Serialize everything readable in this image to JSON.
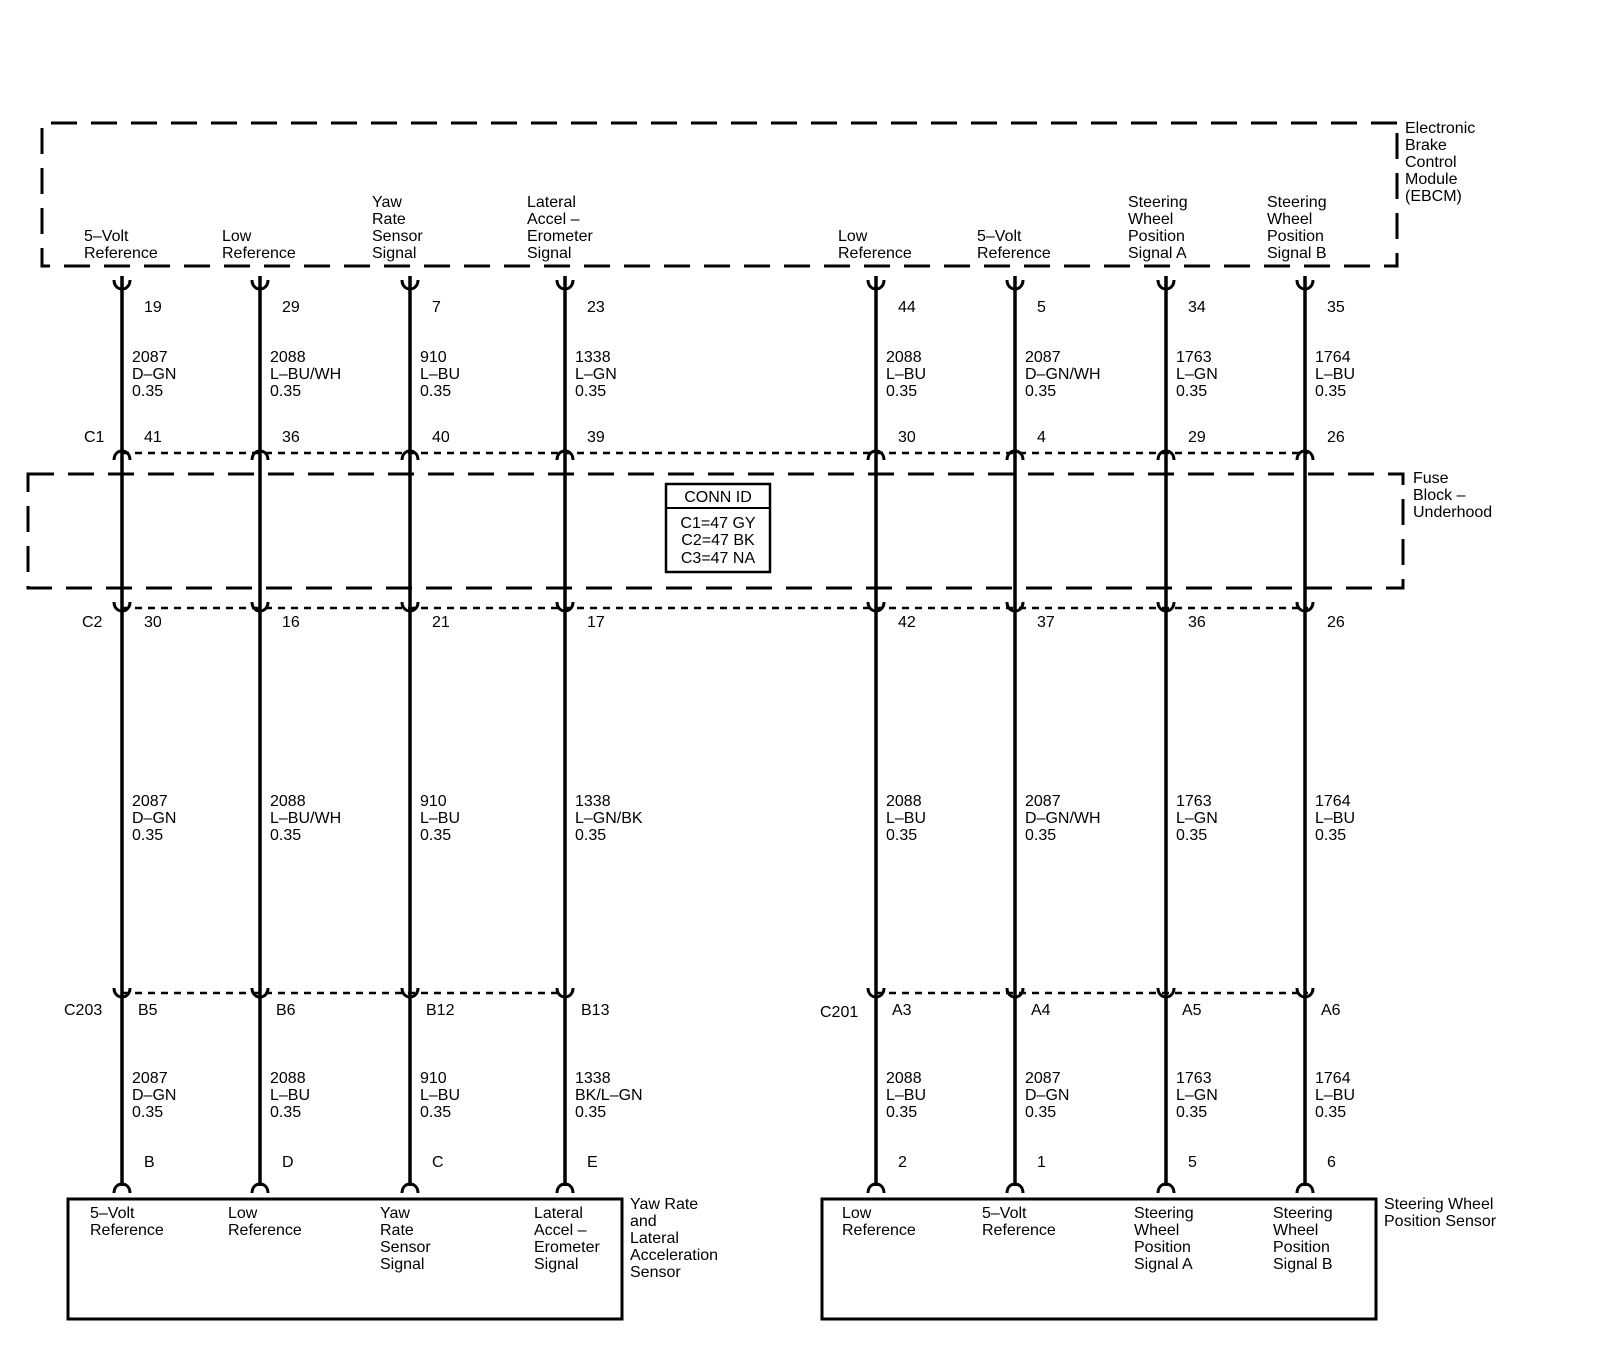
{
  "modules": {
    "ebcm": {
      "name": [
        "Electronic",
        "Brake",
        "Control",
        "Module",
        "(EBCM)"
      ]
    },
    "fuse_block": {
      "name": [
        "Fuse",
        "Block –",
        "Underhood"
      ]
    },
    "yaw_sensor": {
      "name": [
        "Yaw Rate",
        "and",
        "Lateral",
        "Acceleration",
        "Sensor"
      ]
    },
    "sw_sensor": {
      "name": [
        "Steering Wheel",
        "Position Sensor"
      ]
    }
  },
  "conn_id": {
    "title": "CONN ID",
    "lines": [
      "C1=47 GY",
      "C2=47 BK",
      "C3=47 NA"
    ]
  },
  "connectors": {
    "c1": "C1",
    "c2": "C2",
    "c203": "C203",
    "c201": "C201"
  },
  "circuits": [
    {
      "ebcm_label": [
        "5–Volt",
        "Reference"
      ],
      "ebcm_pin": "19",
      "w1": [
        "2087",
        "D–GN",
        "0.35"
      ],
      "c1_pin": "41",
      "c2_pin": "30",
      "w2": [
        "2087",
        "D–GN",
        "0.35"
      ],
      "lower_pin": "B5",
      "w3": [
        "2087",
        "D–GN",
        "0.35"
      ],
      "dev_pin": "B",
      "dev_label": [
        "5–Volt",
        "Reference"
      ]
    },
    {
      "ebcm_label": [
        "Low",
        "Reference"
      ],
      "ebcm_pin": "29",
      "w1": [
        "2088",
        "L–BU/WH",
        "0.35"
      ],
      "c1_pin": "36",
      "c2_pin": "16",
      "w2": [
        "2088",
        "L–BU/WH",
        "0.35"
      ],
      "lower_pin": "B6",
      "w3": [
        "2088",
        "L–BU",
        "0.35"
      ],
      "dev_pin": "D",
      "dev_label": [
        "Low",
        "Reference"
      ]
    },
    {
      "ebcm_label": [
        "Yaw",
        "Rate",
        "Sensor",
        "Signal"
      ],
      "ebcm_pin": "7",
      "w1": [
        "910",
        "L–BU",
        "0.35"
      ],
      "c1_pin": "40",
      "c2_pin": "21",
      "w2": [
        "910",
        "L–BU",
        "0.35"
      ],
      "lower_pin": "B12",
      "w3": [
        "910",
        "L–BU",
        "0.35"
      ],
      "dev_pin": "C",
      "dev_label": [
        "Yaw",
        "Rate",
        "Sensor",
        "Signal"
      ]
    },
    {
      "ebcm_label": [
        "Lateral",
        "Accel –",
        "Erometer",
        "Signal"
      ],
      "ebcm_pin": "23",
      "w1": [
        "1338",
        "L–GN",
        "0.35"
      ],
      "c1_pin": "39",
      "c2_pin": "17",
      "w2": [
        "1338",
        "L–GN/BK",
        "0.35"
      ],
      "lower_pin": "B13",
      "w3": [
        "1338",
        "BK/L–GN",
        "0.35"
      ],
      "dev_pin": "E",
      "dev_label": [
        "Lateral",
        "Accel –",
        "Erometer",
        "Signal"
      ]
    },
    {
      "ebcm_label": [
        "Low",
        "Reference"
      ],
      "ebcm_pin": "44",
      "w1": [
        "2088",
        "L–BU",
        "0.35"
      ],
      "c1_pin": "30",
      "c2_pin": "42",
      "w2": [
        "2088",
        "L–BU",
        "0.35"
      ],
      "lower_pin": "A3",
      "w3": [
        "2088",
        "L–BU",
        "0.35"
      ],
      "dev_pin": "2",
      "dev_label": [
        "Low",
        "Reference"
      ]
    },
    {
      "ebcm_label": [
        "5–Volt",
        "Reference"
      ],
      "ebcm_pin": "5",
      "w1": [
        "2087",
        "D–GN/WH",
        "0.35"
      ],
      "c1_pin": "4",
      "c2_pin": "37",
      "w2": [
        "2087",
        "D–GN/WH",
        "0.35"
      ],
      "lower_pin": "A4",
      "w3": [
        "2087",
        "D–GN",
        "0.35"
      ],
      "dev_pin": "1",
      "dev_label": [
        "5–Volt",
        "Reference"
      ]
    },
    {
      "ebcm_label": [
        "Steering",
        "Wheel",
        "Position",
        "Signal A"
      ],
      "ebcm_pin": "34",
      "w1": [
        "1763",
        "L–GN",
        "0.35"
      ],
      "c1_pin": "29",
      "c2_pin": "36",
      "w2": [
        "1763",
        "L–GN",
        "0.35"
      ],
      "lower_pin": "A5",
      "w3": [
        "1763",
        "L–GN",
        "0.35"
      ],
      "dev_pin": "5",
      "dev_label": [
        "Steering",
        "Wheel",
        "Position",
        "Signal A"
      ]
    },
    {
      "ebcm_label": [
        "Steering",
        "Wheel",
        "Position",
        "Signal B"
      ],
      "ebcm_pin": "35",
      "w1": [
        "1764",
        "L–BU",
        "0.35"
      ],
      "c1_pin": "26",
      "c2_pin": "26",
      "w2": [
        "1764",
        "L–BU",
        "0.35"
      ],
      "lower_pin": "A6",
      "w3": [
        "1764",
        "L–BU",
        "0.35"
      ],
      "dev_pin": "6",
      "dev_label": [
        "Steering",
        "Wheel",
        "Position",
        "Signal B"
      ]
    }
  ]
}
